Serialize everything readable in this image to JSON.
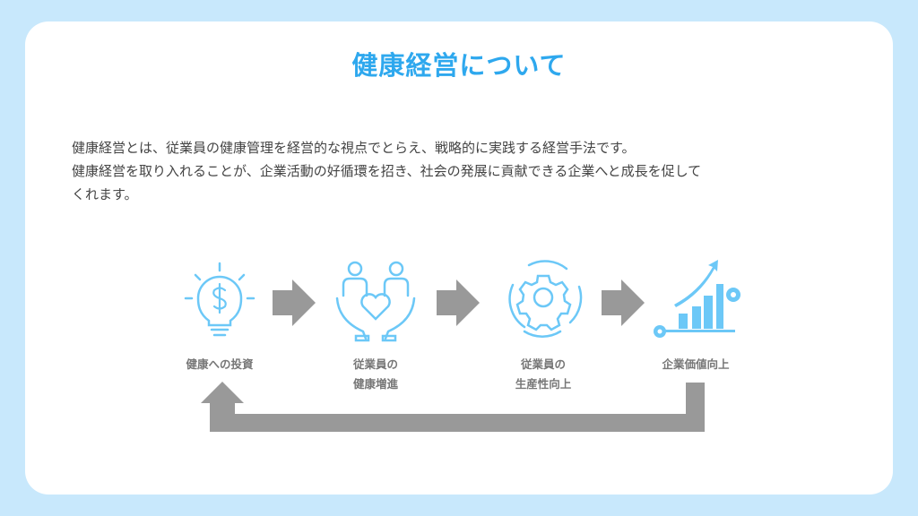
{
  "title": "健康経営について",
  "description": [
    "健康経営とは、従業員の健康管理を経営的な視点でとらえ、戦略的に実践する経営手法です。",
    "健康経営を取り入れることが、企業活動の好循環を招き、社会の発展に貢献できる企業へと成長を促して",
    "くれます。"
  ],
  "steps": [
    {
      "icon": "lightbulb-dollar-icon",
      "label": "健康への投資"
    },
    {
      "icon": "people-heart-hands-icon",
      "label_lines": [
        "従業員の",
        "健康増進"
      ]
    },
    {
      "icon": "gear-cycle-icon",
      "label_lines": [
        "従業員の",
        "生産性向上"
      ]
    },
    {
      "icon": "growth-chart-icon",
      "label": "企業価値向上"
    }
  ],
  "colors": {
    "accent": "#2ea8ee",
    "icon": "#6cc8f7",
    "arrow": "#999999"
  }
}
